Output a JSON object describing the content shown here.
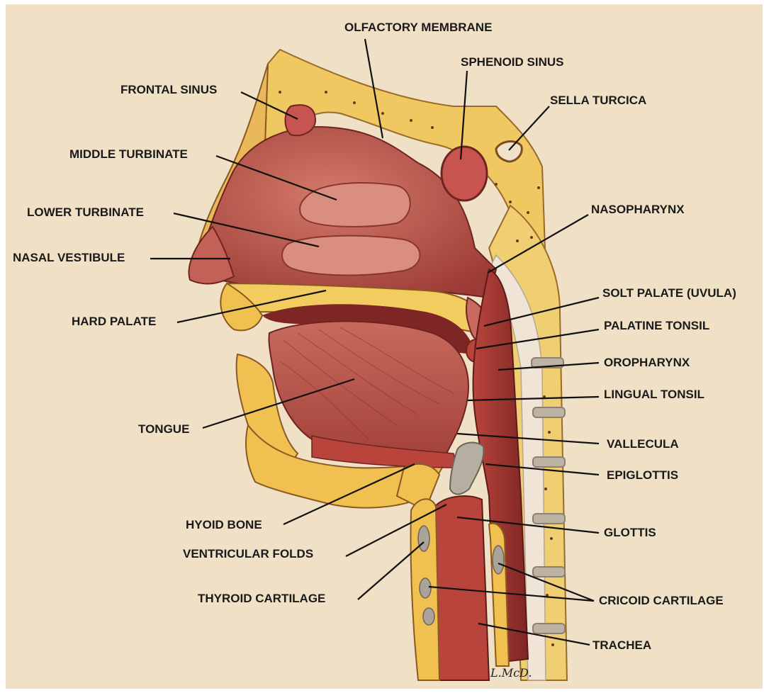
{
  "labels": {
    "olfactory_membrane": "OLFACTORY MEMBRANE",
    "sphenoid_sinus": "SPHENOID SINUS",
    "frontal_sinus": "FRONTAL SINUS",
    "sella_turcica": "SELLA TURCICA",
    "middle_turbinate": "MIDDLE TURBINATE",
    "nasopharynx": "NASOPHARYNX",
    "lower_turbinate": "LOWER TURBINATE",
    "nasal_vestibule": "NASAL VESTIBULE",
    "soft_palate": "SOLT PALATE (UVULA)",
    "hard_palate": "HARD PALATE",
    "palatine_tonsil": "PALATINE TONSIL",
    "oropharynx": "OROPHARYNX",
    "lingual_tonsil": "LINGUAL TONSIL",
    "tongue": "TONGUE",
    "vallecula": "VALLECULA",
    "epiglottis": "EPIGLOTTIS",
    "hyoid_bone": "HYOID BONE",
    "glottis": "GLOTTIS",
    "ventricular_folds": "VENTRICULAR FOLDS",
    "thyroid_cartilage": "THYROID CARTILAGE",
    "cricoid_cartilage": "CRICOID CARTILAGE",
    "trachea": "TRACHEA"
  },
  "signature": "L.McD.",
  "colors": {
    "background": "#efe0c6",
    "tissue": "#b8524a",
    "tissue_dark": "#8e2f2c",
    "fat": "#f0c050",
    "bone": "#f2dca0",
    "cartilage": "#a9a39a",
    "leader": "#111111"
  }
}
